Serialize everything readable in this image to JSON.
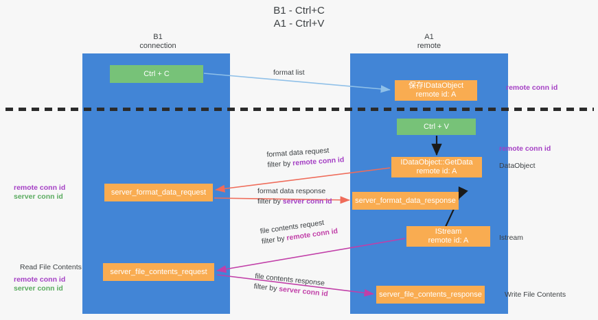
{
  "title": {
    "line1": "B1 - Ctrl+C",
    "line2": "A1 - Ctrl+V"
  },
  "columns": {
    "b1": {
      "name": "B1",
      "role": "connection"
    },
    "a1": {
      "name": "A1",
      "role": "remote"
    }
  },
  "boxes": {
    "ctrl_c": {
      "label": "Ctrl + C",
      "color": "#77c278"
    },
    "idataobject": {
      "line1": "保存IDataObject",
      "line2": "remote id: A",
      "color": "#f9ac51"
    },
    "ctrl_v": {
      "label": "Ctrl + V",
      "color": "#77c278"
    },
    "getdata": {
      "line1": "IDataObject::GetData",
      "line2": "remote id: A",
      "color": "#f9ac51"
    },
    "server_format_data_request": {
      "label": "server_format_data_request",
      "color": "#f9ac51"
    },
    "server_format_data_response": {
      "label": "server_format_data_response",
      "color": "#f9ac51"
    },
    "istream": {
      "line1": "IStream",
      "line2": "remote id: A",
      "color": "#f9ac51"
    },
    "server_file_contents_request": {
      "label": "server_file_contents_request",
      "color": "#f9ac51"
    },
    "server_file_contents_response": {
      "label": "server_file_contents_response",
      "color": "#f9ac51"
    }
  },
  "edge_labels": {
    "format_list": "format list",
    "format_data_request": {
      "line1": "format data request",
      "prefix": "filter by ",
      "highlight": "remote conn id"
    },
    "format_data_response": {
      "line1": "format data response",
      "prefix": "filter by ",
      "highlight": "server conn id"
    },
    "file_contents_request": {
      "line1": "file contents request",
      "prefix": "filter by ",
      "highlight": "remote conn id"
    },
    "file_contents_response": {
      "line1": "file contents response",
      "prefix": "filter by ",
      "highlight": "server conn id"
    }
  },
  "side_labels": {
    "right_remote_conn_id_top": "remote conn id",
    "right_remote_conn_id_mid": "remote conn id",
    "right_dataobject": "DataObject",
    "right_istream": "Istream",
    "right_write_file_contents": "Write File Contents",
    "left_remote_conn_id_1": "remote conn id",
    "left_server_conn_id_1": "server conn id",
    "left_read_file_contents": "Read File Contents",
    "left_remote_conn_id_2": "remote conn id",
    "left_server_conn_id_2": "server conn id"
  },
  "colors": {
    "lane": "#4285d6",
    "green_box": "#77c278",
    "orange_box": "#f9ac51",
    "purple_text": "#a43fc4",
    "green_text": "#5aab5f",
    "magenta_text": "#c13fa8",
    "blue_arrow": "#8fc0e8",
    "red_arrow": "#ef6c5a",
    "black_arrow": "#1a1a1a",
    "background": "#f7f7f7",
    "divider": "#2b2b2b"
  }
}
